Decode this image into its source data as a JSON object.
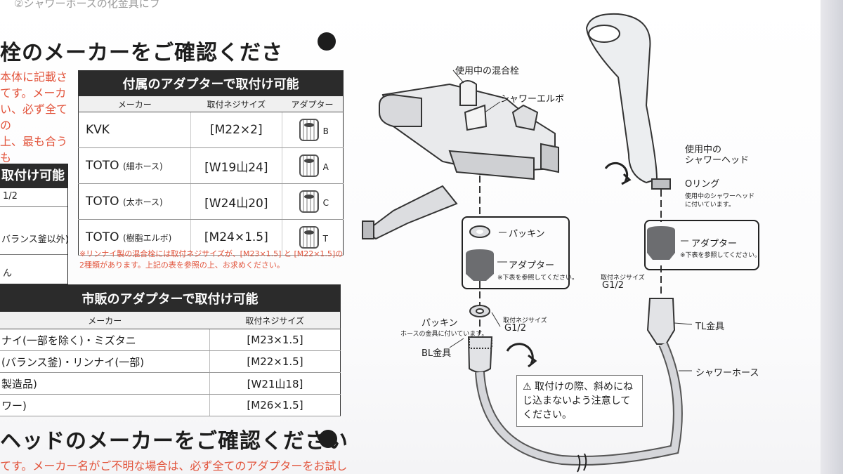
{
  "header": {
    "top_cut": "②シャワーホースの化金具にフ",
    "title1": "栓のメーカーをご確認くださ",
    "title2": "ヘッドのメーカーをご確認ください",
    "red_note_lines": [
      "本体に記載さ",
      "てす。メーカ",
      "い、必ず全ての",
      "上、最も合うも"
    ],
    "bottom_note": "てす。メーカー名がご不明な場合は、必ず全てのアダプターをお試し"
  },
  "partial_box": {
    "title": "取付け可能",
    "row1": "1/2",
    "row2": "バランス釜以外)",
    "row3": "ん"
  },
  "table1": {
    "title": "付属のアダプターで取付け可能",
    "columns": [
      "メーカー",
      "取付ネジサイズ",
      "アダプター"
    ],
    "rows": [
      {
        "maker": "KVK",
        "sub": "",
        "size": "[M22×2]",
        "adapter": "B"
      },
      {
        "maker": "TOTO",
        "sub": "(細ホース)",
        "size": "[W19山24]",
        "adapter": "A"
      },
      {
        "maker": "TOTO",
        "sub": "(太ホース)",
        "size": "[W24山20]",
        "adapter": "C"
      },
      {
        "maker": "TOTO",
        "sub": "(樹脂エルボ)",
        "size": "[M24×1.5]",
        "adapter": "T"
      }
    ],
    "note": "※リンナイ製の混合栓には取付ネジサイズが、[M23×1.5] と [M22×1.5]の2種類があります。上記の表を参照の上、お求めください。"
  },
  "table2": {
    "title": "市販のアダプターで取付け可能",
    "columns": [
      "メーカー",
      "取付ネジサイズ"
    ],
    "rows": [
      {
        "maker": "ナイ(一部を除く)・ミズタニ",
        "size": "[M23×1.5]"
      },
      {
        "maker": "(バランス釜)・リンナイ(一部)",
        "size": "[M22×1.5]"
      },
      {
        "maker": "製造品)",
        "size": "[W21山18]"
      },
      {
        "maker": "ワー)",
        "size": "[M26×1.5]"
      }
    ]
  },
  "diagram": {
    "mixer_label": "使用中の混合栓",
    "elbow_label": "シャワーエルボ",
    "packing_label": "パッキン",
    "adapter_label": "アダプター",
    "adapter_note": "※下表を参照してください。",
    "packing2_label": "パッキン",
    "packing2_note": "ホースの金具に付いています。",
    "size_left_small": "取付ネジサイズ",
    "size_left": "G1/2",
    "bl_label": "BL金具",
    "head_label": "使用中の\nシャワーヘッド",
    "oring_label": "Oリング",
    "oring_note": "使用中のシャワーヘッドに付いています。",
    "adapter2_label": "アダプター",
    "adapter2_note": "※下表を参照してください。",
    "size_right_small": "取付ネジサイズ",
    "size_right": "G1/2",
    "tl_label": "TL金具",
    "hose_label": "シャワーホース",
    "warning": "取付けの際、斜めにねじ込まないよう注意してください。"
  }
}
